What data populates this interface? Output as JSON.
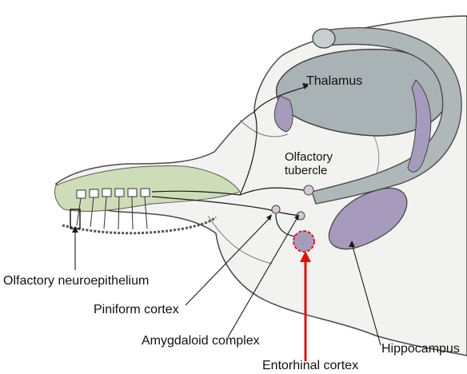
{
  "labels": {
    "thalamus": "Thalamus",
    "olfactory_tubercle": "Olfactory tubercle",
    "olfactory_neuroepithelium": "Olfactory neuroepithelium",
    "piniform_cortex": "Piniform cortex",
    "amygdaloid_complex": "Amygdaloid complex",
    "hippocampus": "Hippocampus",
    "entorhinal_cortex": "Entorhinal cortex"
  },
  "colors": {
    "brain_outline": "#4a4a4a",
    "brain_fill": "#f2f2f0",
    "thalamus_fill": "#a9b3b5",
    "hippocampus_fill": "#a79bbd",
    "olfactory_fill": "#cfdcb8",
    "pathway": "#1a1a1a",
    "highlight": "#e01010"
  }
}
